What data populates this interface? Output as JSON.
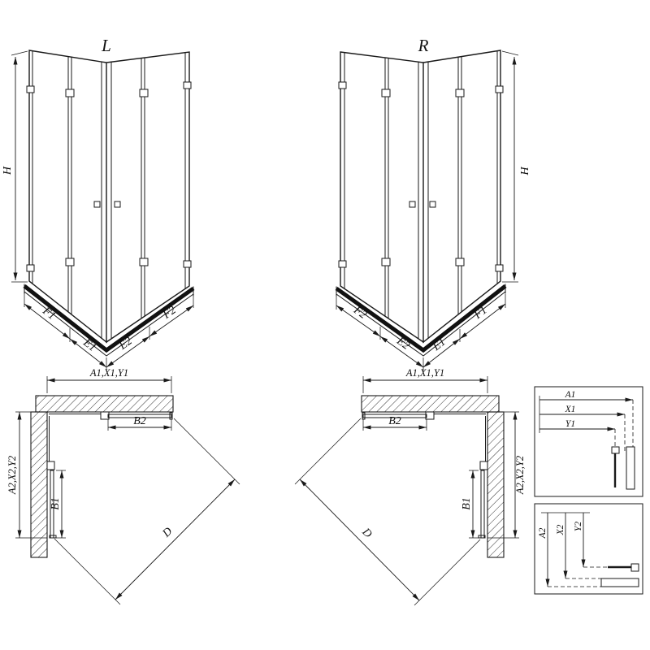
{
  "drawing": {
    "iso_left": {
      "label": "L",
      "dim_height": "H",
      "dims": [
        "F1",
        "E1",
        "E2",
        "F2"
      ]
    },
    "iso_right": {
      "label": "R",
      "dim_height": "H",
      "dims": [
        "F2",
        "E2",
        "E1",
        "F1"
      ]
    },
    "plan_left": {
      "dim_width": "A1,X1,Y1",
      "dim_depth": "A2,X2,Y2",
      "dim_door_top": "B2",
      "dim_door_side": "B1",
      "dim_diagonal": "D"
    },
    "plan_right": {
      "dim_width": "A1,X1,Y1",
      "dim_depth": "A2,X2,Y2",
      "dim_door_top": "B2",
      "dim_door_side": "B1",
      "dim_diagonal": "D"
    },
    "detail_width": {
      "dims": [
        "A1",
        "X1",
        "Y1"
      ]
    },
    "detail_depth": {
      "dims": [
        "A2",
        "X2",
        "Y2"
      ]
    },
    "colors": {
      "line": "#1a1a1a",
      "background": "#ffffff"
    }
  }
}
